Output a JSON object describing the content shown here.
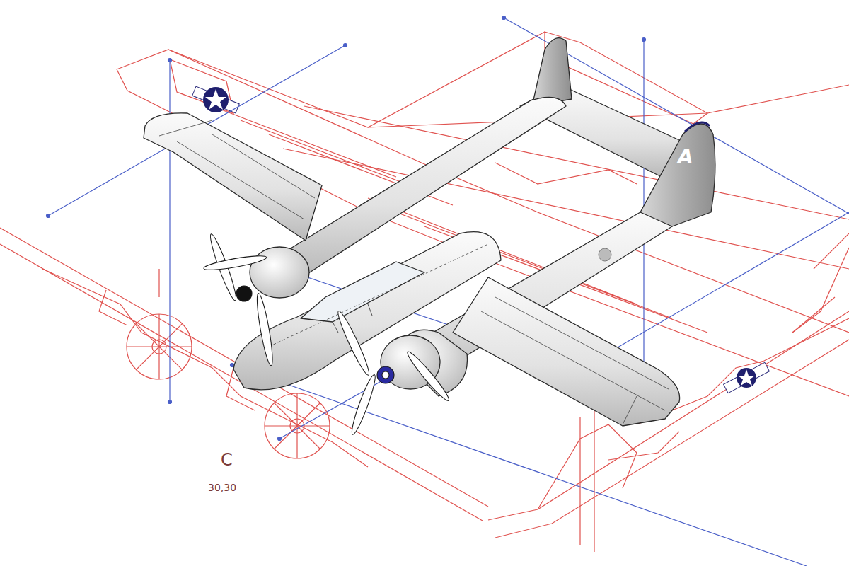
{
  "diagram": {
    "labels": [
      "A",
      "C",
      "30,30"
    ]
  }
}
